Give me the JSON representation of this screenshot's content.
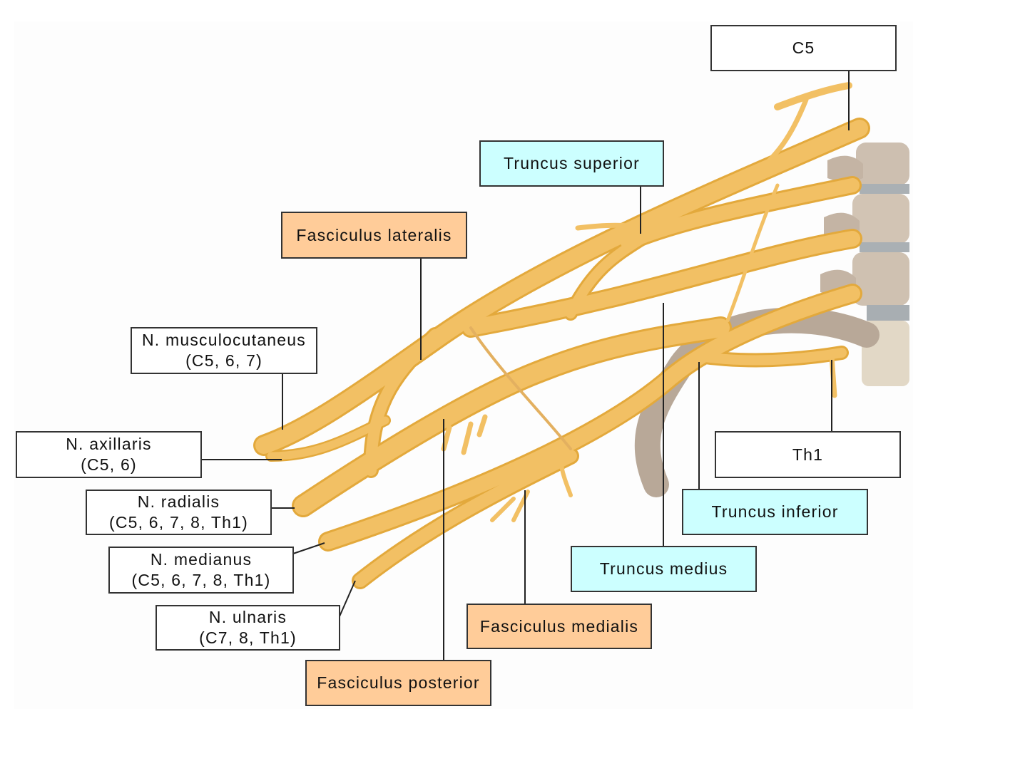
{
  "colors": {
    "trunk_label": "#ccffff",
    "fascicle_label": "#ffcc99",
    "nerve_label": "#ffffff",
    "nerve": "#efb84c",
    "bone": "#c9b9a8"
  },
  "labels": {
    "c5": "C5",
    "th1": "Th1",
    "truncus_superior": "Truncus superior",
    "truncus_medius": "Truncus medius",
    "truncus_inferior": "Truncus inferior",
    "fasciculus_lateralis": "Fasciculus lateralis",
    "fasciculus_posterior": "Fasciculus posterior",
    "fasciculus_medialis": "Fasciculus medialis",
    "n_musculocutaneus": {
      "name": "N. musculocutaneus",
      "roots": "(C5, 6, 7)"
    },
    "n_axillaris": {
      "name": "N. axillaris",
      "roots": "(C5, 6)"
    },
    "n_radialis": {
      "name": "N. radialis",
      "roots": "(C5, 6, 7, 8, Th1)"
    },
    "n_medianus": {
      "name": "N. medianus",
      "roots": "(C5, 6, 7, 8, Th1)"
    },
    "n_ulnaris": {
      "name": "N. ulnaris",
      "roots": "(C7, 8, Th1)"
    }
  }
}
